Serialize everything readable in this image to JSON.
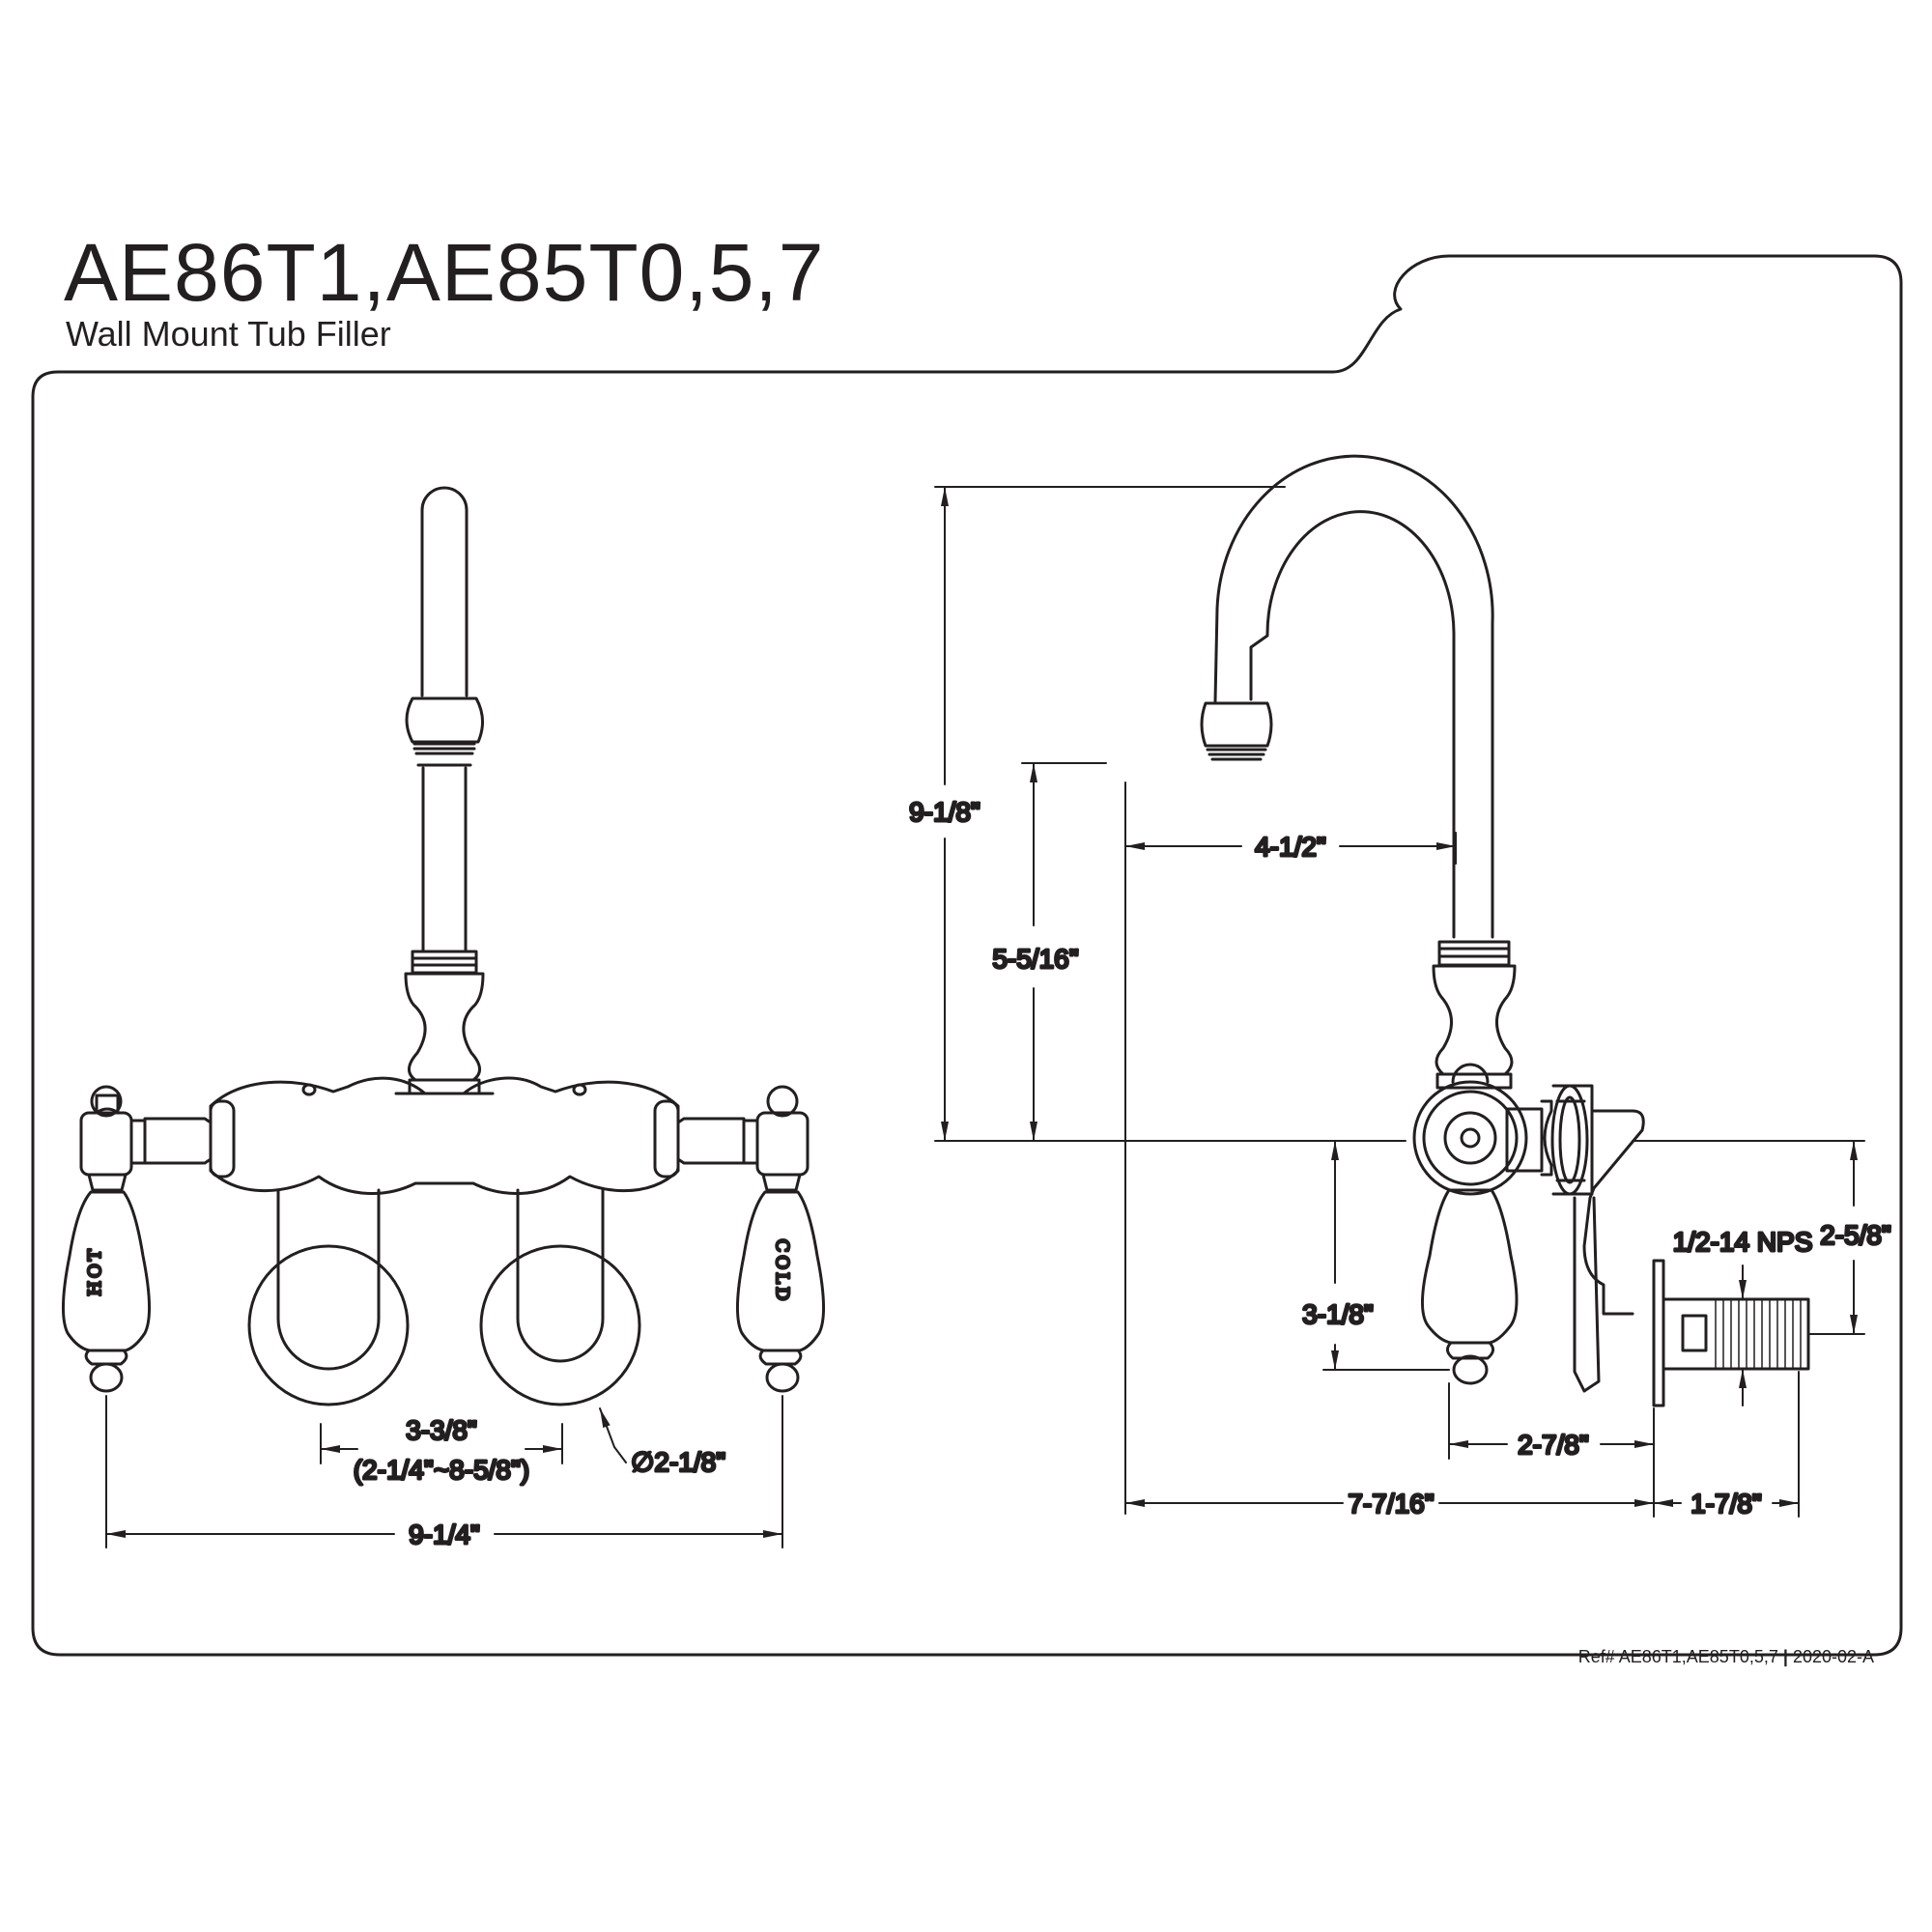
{
  "header": {
    "model": "AE86T1,AE85T0,5,7",
    "subtitle": "Wall Mount Tub Filler"
  },
  "front_view": {
    "handle_left_label": "HOT",
    "handle_right_label": "COLD",
    "center_spacing": "3-3/8\"",
    "center_spacing_range": "(2-1/4\"~8-5/8\")",
    "flange_diameter": "∅2-1/8\"",
    "overall_width": "9-1/4\""
  },
  "side_view": {
    "overall_height": "9-1/8\"",
    "spout_height": "5-5/16\"",
    "spout_reach": "4-1/2\"",
    "handle_drop": "3-1/8\"",
    "inlet_height": "2-5/8\"",
    "inlet_thread": "1/2-14 NPS",
    "handle_to_wall": "2-7/8\"",
    "spout_to_wall": "7-7/16\"",
    "inlet_length": "1-7/8\""
  },
  "footer": {
    "ref_label": "Ref# AE86T1,AE85T0,5,7",
    "separator": "|",
    "revision": "2020-02-A"
  }
}
